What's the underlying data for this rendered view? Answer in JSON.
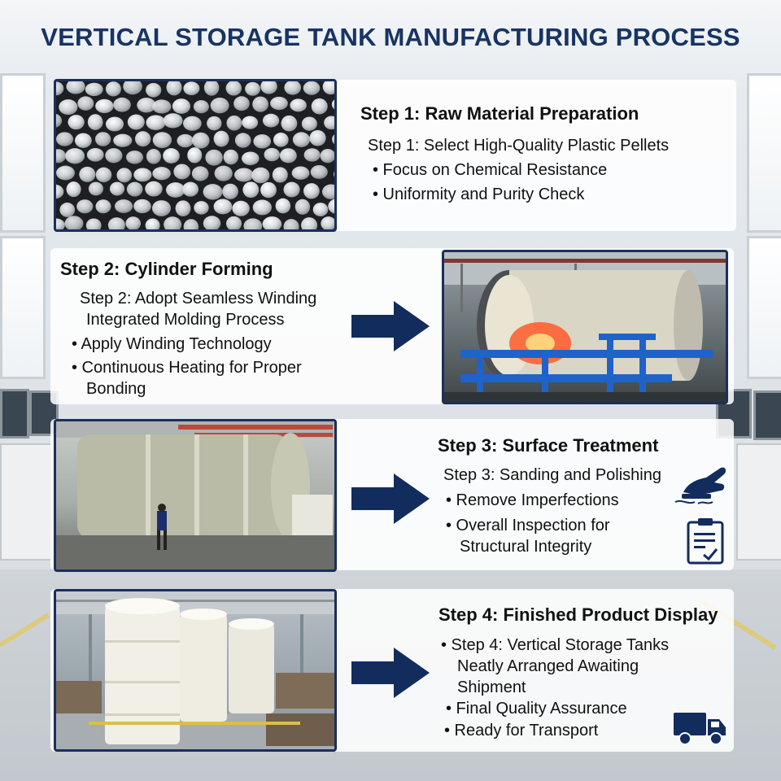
{
  "title": "VERTICAL STORAGE TANK MANUFACTURING PROCESS",
  "steps": [
    {
      "heading": "Step 1: Raw Material Preparation",
      "lines": [
        "Step 1: Select High-Quality Plastic Pellets",
        "• Focus on Chemical Resistance",
        "• Uniformity and Purity Check"
      ],
      "image": "plastic-pellets-photo"
    },
    {
      "heading": "Step 2: Cylinder Forming",
      "lines": [
        "Step 2: Adopt Seamless Winding",
        "Integrated Molding Process",
        "• Apply Winding Technology",
        "• Continuous Heating for Proper",
        "Bonding"
      ],
      "image": "cylinder-winding-machine-photo"
    },
    {
      "heading": "Step 3: Surface Treatment",
      "lines": [
        "Step 3: Sanding and Polishing",
        "• Remove Imperfections",
        "• Overall Inspection for",
        "Structural Integrity"
      ],
      "image": "large-tank-surface-photo",
      "icons": [
        "sanding-hand-icon",
        "clipboard-check-icon"
      ]
    },
    {
      "heading": "Step 4: Finished Product Display",
      "lines": [
        "• Step 4: Vertical Storage Tanks",
        "Neatly Arranged Awaiting",
        "Shipment",
        "• Final Quality Assurance",
        "• Ready for Transport"
      ],
      "image": "finished-tanks-warehouse-photo",
      "icons": [
        "delivery-truck-icon"
      ]
    }
  ],
  "colors": {
    "title": "#173463",
    "frame": "#1b2f5a",
    "arrow": "#132c5e"
  }
}
